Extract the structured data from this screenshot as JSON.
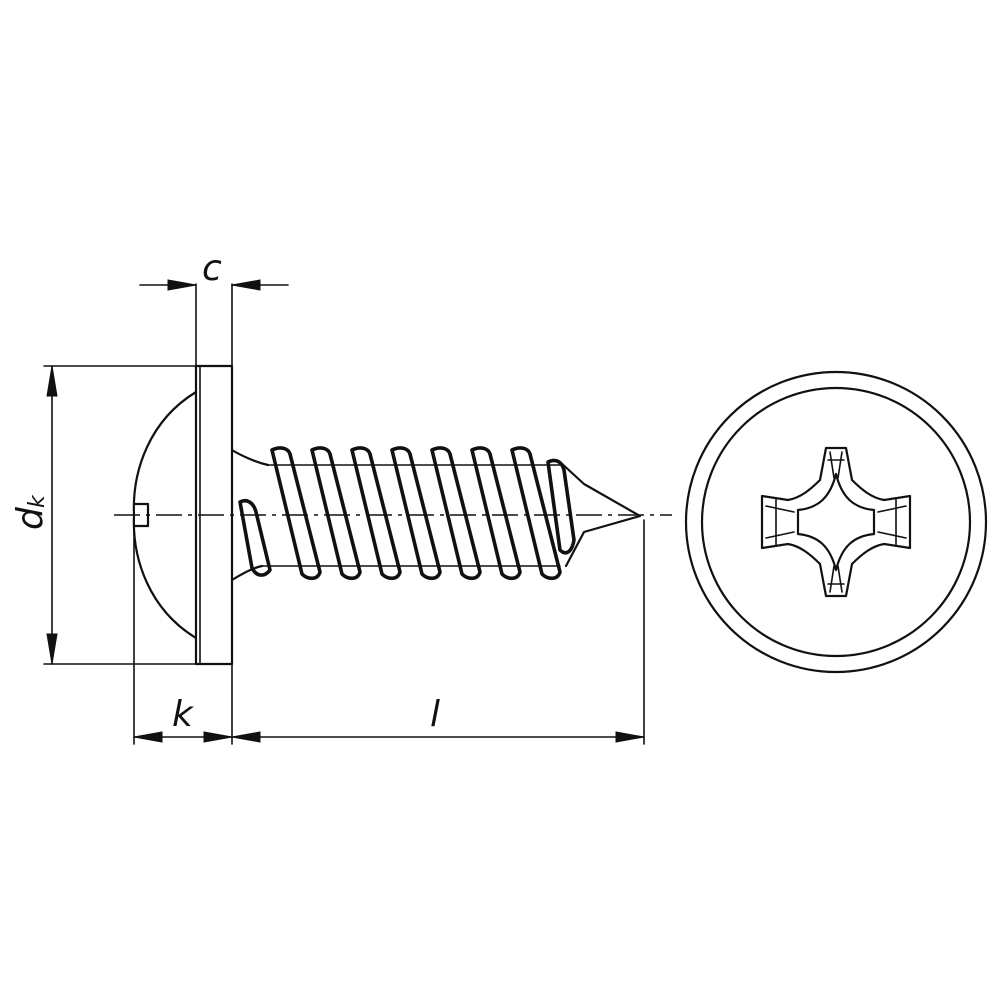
{
  "diagram": {
    "labels": {
      "c": "c",
      "d": "d",
      "d_sub": "k",
      "k": "k",
      "l": "l"
    }
  }
}
